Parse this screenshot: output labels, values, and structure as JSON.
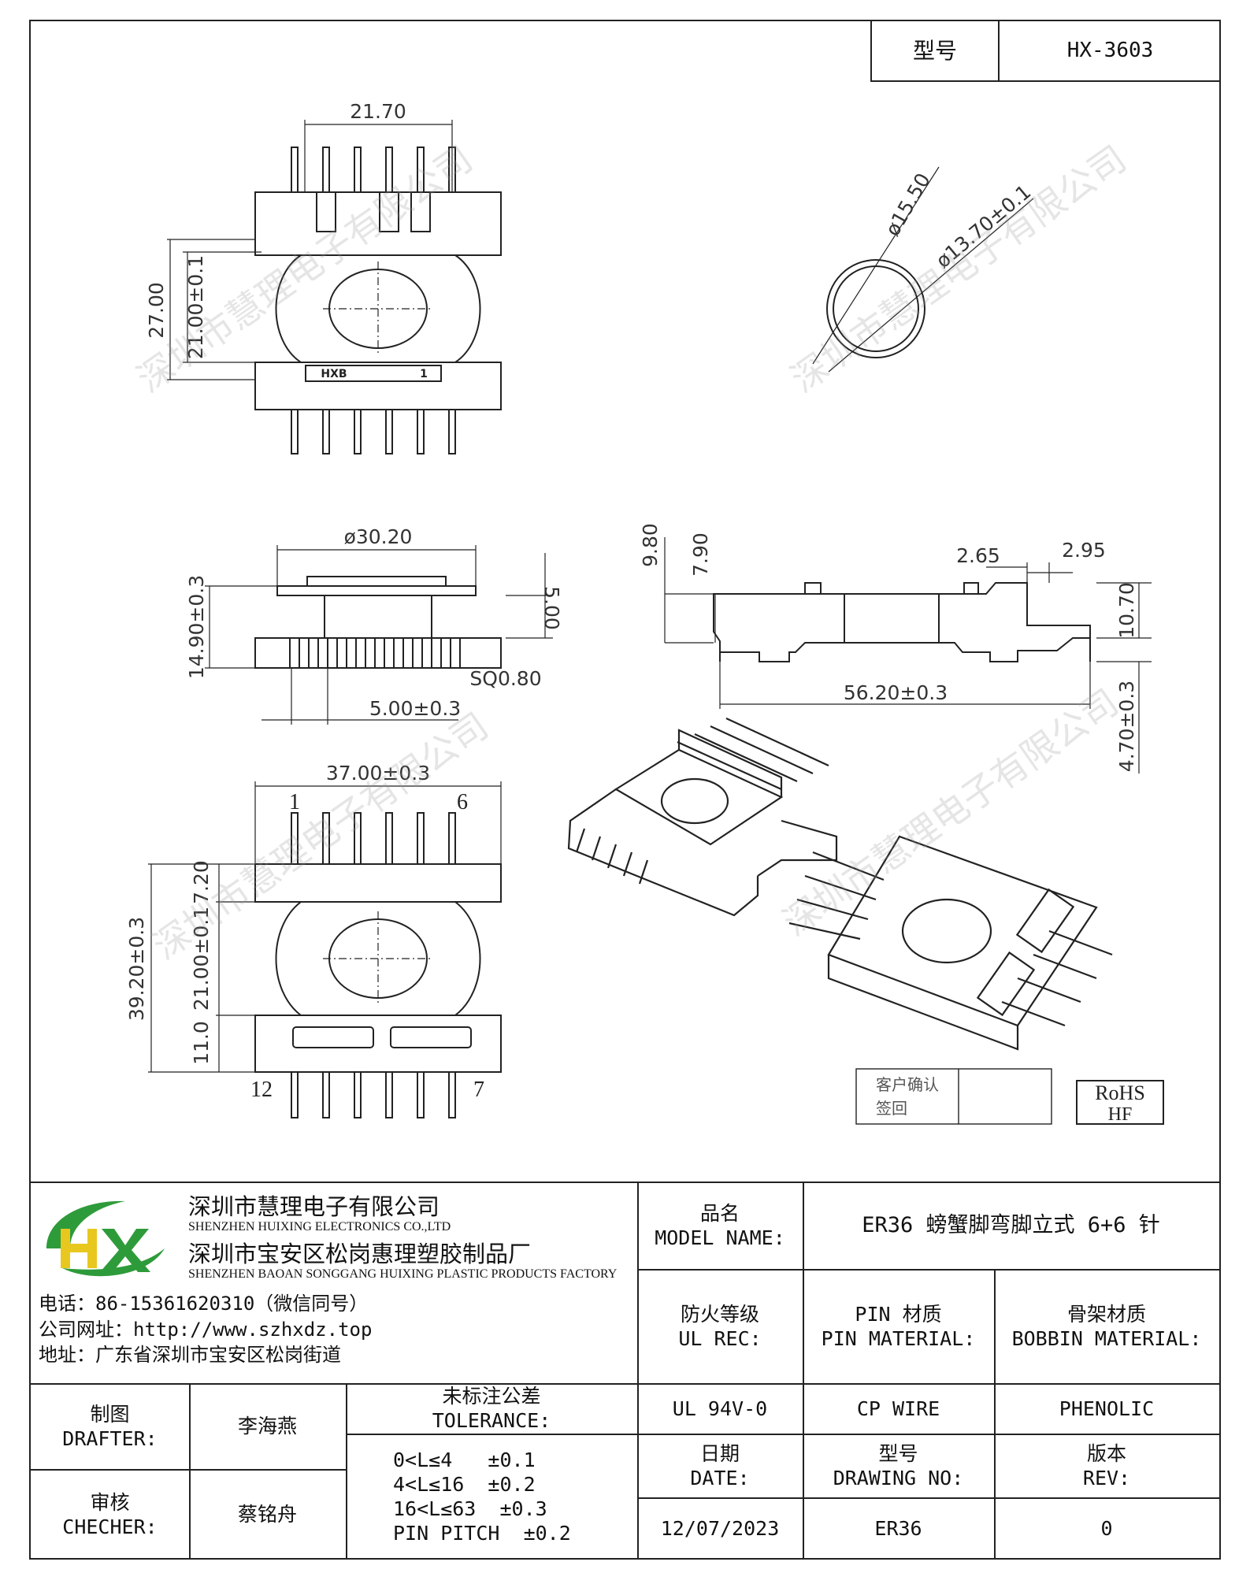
{
  "header": {
    "type_label": "型号",
    "type_value": "HX-3603"
  },
  "dims": {
    "top_width": "21.70",
    "top_height_outer": "27.00",
    "top_height_inner": "21.00±0.1",
    "circle_outer": "ø15.50",
    "circle_inner": "ø13.70±0.1",
    "side_diameter": "ø30.20",
    "side_height": "14.90±0.3",
    "side_pin_gap": "5.00",
    "side_pin_size": "SQ0.80",
    "side_pin_offset": "5.00±0.3",
    "profile_h1": "9.80",
    "profile_h2": "7.90",
    "profile_d1": "2.65",
    "profile_d2": "2.95",
    "profile_h3": "10.70",
    "profile_len": "56.20±0.3",
    "profile_pin": "4.70±0.3",
    "bottom_width": "37.00±0.3",
    "bottom_height": "39.20±0.3",
    "bottom_h_top": "7.20",
    "bottom_h_mid": "21.00±0.1",
    "bottom_h_bot": "11.0"
  },
  "marks": {
    "hxb": "HXB",
    "one": "1"
  },
  "pins": {
    "p1": "1",
    "p6": "6",
    "p12": "12",
    "p7": "7"
  },
  "stamp": {
    "confirm_line1": "客户确认",
    "confirm_line2": "签回",
    "rohs": "RoHS",
    "hf": "HF"
  },
  "watermark": "深圳市慧理电子有限公司",
  "company": {
    "name_cn": "深圳市慧理电子有限公司",
    "name_en": "SHENZHEN HUIXING ELECTRONICS CO.,LTD",
    "factory_cn": "深圳市宝安区松岗惠理塑胶制品厂",
    "factory_en": "SHENZHEN BAOAN SONGGANG HUIXING PLASTIC PRODUCTS FACTORY",
    "phone": "电话：86-15361620310（微信同号）",
    "website": "公司网址：http://www.szhxdz.top",
    "address": "地址：广东省深圳市宝安区松岗街道"
  },
  "title_block": {
    "model_name_cn": "品名",
    "model_name_en": "MODEL NAME:",
    "model_name_value": "ER36 螃蟹脚弯脚立式 6+6 针",
    "fire_cn": "防火等级",
    "fire_en": "UL REC:",
    "pin_cn": "PIN 材质",
    "pin_en": "PIN MATERIAL:",
    "bobbin_cn": "骨架材质",
    "bobbin_en": "BOBBIN MATERIAL:",
    "fire_value": "UL 94V-0",
    "pin_value": "CP WIRE",
    "bobbin_value": "PHENOLIC",
    "drafter_cn": "制图",
    "drafter_en": "DRAFTER:",
    "drafter_value": "李海燕",
    "checker_cn": "审核",
    "checker_en": "CHECHER:",
    "checker_value": "蔡铭舟",
    "tolerance_cn": "未标注公差",
    "tolerance_en": "TOLERANCE:",
    "tol1": "0<L≤4   ±0.1",
    "tol2": "4<L≤16  ±0.2",
    "tol3": "16<L≤63  ±0.3",
    "tol4": "PIN PITCH  ±0.2",
    "date_cn": "日期",
    "date_en": "DATE:",
    "date_value": "12/07/2023",
    "drawing_cn": "型号",
    "drawing_en": "DRAWING NO:",
    "drawing_value": "ER36",
    "rev_cn": "版本",
    "rev_en": "REV:",
    "rev_value": "0"
  },
  "colors": {
    "logo_green": "#2e9b3a",
    "logo_yellow": "#e8c81e",
    "line": "#222222"
  }
}
